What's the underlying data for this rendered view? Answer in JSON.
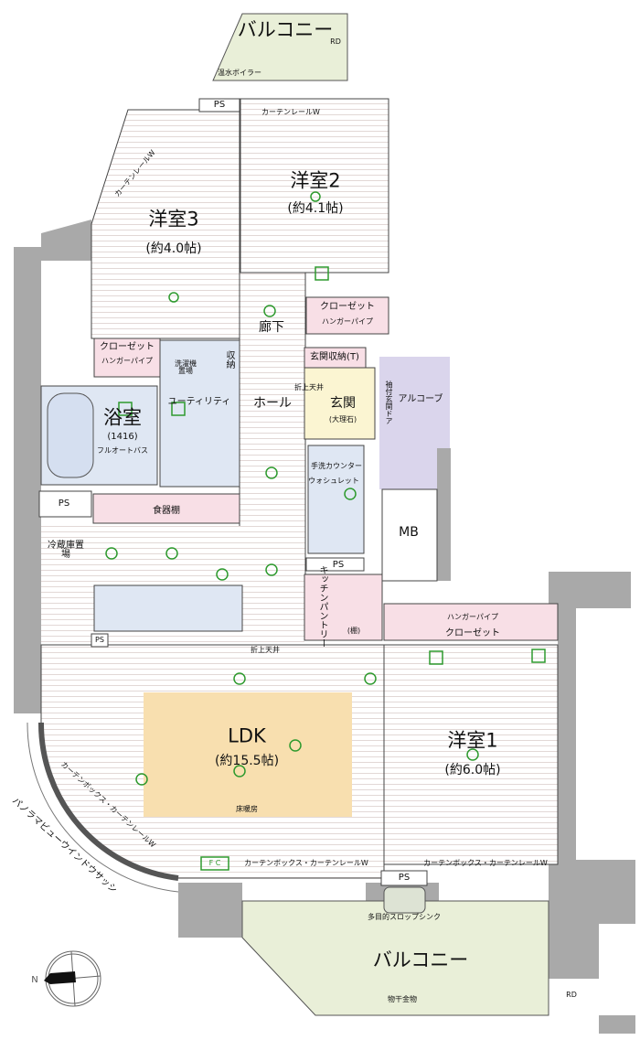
{
  "colors": {
    "wall": "#a9a9a9",
    "balcony": "#e9efd8",
    "closet": "#f8dfe6",
    "wet_area": "#dfe7f3",
    "entrance": "#fbf5d2",
    "alcove": "#dad5ec",
    "floor_heating": "#f8dfaf",
    "fixture": "#2e9a2e"
  },
  "rooms": {
    "balcony_top": "バルコニー",
    "water_heater": "温水ボイラー",
    "rd_top": "RD",
    "curtain_rail_top": "カーテンレールW",
    "ps_top": "PS",
    "western2": {
      "name": "洋室2",
      "size": "(約4.1帖)"
    },
    "western3": {
      "name": "洋室3",
      "size": "(約4.0帖)"
    },
    "curtain_rail_w3": "カーテンレールW",
    "closet2": {
      "name": "クローゼット",
      "sub": "ハンガーパイプ"
    },
    "closet3": {
      "name": "クローゼット",
      "sub": "ハンガーパイプ"
    },
    "corridor": "廊下",
    "storage": "収納",
    "entrance_storage": "玄関収納(T)",
    "ceiling": "折上天井",
    "entrance": {
      "name": "玄関",
      "sub": "(大理石)"
    },
    "door_note": "袖付玄関ドア",
    "alcove": "アルコーブ",
    "hall": "ホール",
    "utility": "ユーティリティ",
    "washer": "洗濯機置場",
    "bath": {
      "name": "浴室",
      "size": "(1416)",
      "sub": "フルオートバス"
    },
    "toilet": {
      "counter": "手洗カウンター",
      "name": "ウォシュレット"
    },
    "ps_toilet": "PS",
    "mb": "MB",
    "ps_left": "PS",
    "dish_cabinet": "食器棚",
    "fridge": "冷蔵庫置場",
    "pantry": "キッチンパントリー",
    "shelf": "(棚)",
    "closet1": {
      "name": "クローゼット",
      "sub": "ハンガーパイプ"
    },
    "ps_kitchen": "PS",
    "ceiling2": "折上天井",
    "ldk": {
      "name": "LDK",
      "size": "(約15.5帖)",
      "heating": "床暖房"
    },
    "western1": {
      "name": "洋室1",
      "size": "(約6.0帖)"
    },
    "curtain_box_ldk": "カーテンボックス・カーテンレールW",
    "curtain_box_w1": "カーテンボックス・カーテンレールW",
    "curtain_box_arc": "カーテンボックス・カーテンレールW",
    "panorama": "パノラマビューウインドウサッシ",
    "fc": "F C",
    "ps_bottom": "PS",
    "slop_sink": "多目的スロップシンク",
    "balcony_bottom": "バルコニー",
    "laundry_hardware": "物干金物",
    "rd_bottom": "RD"
  },
  "compass": {
    "label": "N"
  }
}
